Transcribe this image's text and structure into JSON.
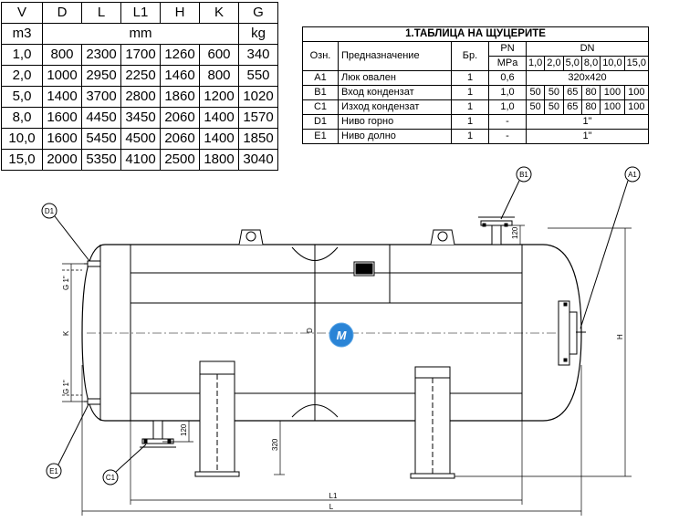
{
  "dimensions_table": {
    "headers": [
      "V",
      "D",
      "L",
      "L1",
      "H",
      "K",
      "G"
    ],
    "units": {
      "volume": "m3",
      "length": "mm",
      "mass": "kg"
    },
    "rows": [
      [
        "1,0",
        "800",
        "2300",
        "1700",
        "1260",
        "600",
        "340"
      ],
      [
        "2,0",
        "1000",
        "2950",
        "2250",
        "1460",
        "800",
        "550"
      ],
      [
        "5,0",
        "1400",
        "3700",
        "2800",
        "1860",
        "1200",
        "1020"
      ],
      [
        "8,0",
        "1600",
        "4450",
        "3450",
        "2060",
        "1400",
        "1570"
      ],
      [
        "10,0",
        "1600",
        "5450",
        "4500",
        "2060",
        "1400",
        "1850"
      ],
      [
        "15,0",
        "2000",
        "5350",
        "4100",
        "2500",
        "1800",
        "3040"
      ]
    ]
  },
  "nozzle_table": {
    "title": "1.ТАБЛИЦА НА ЩУЦЕРИТЕ",
    "col_mark": "Озн.",
    "col_purpose": "Предназначение",
    "col_qty": "Бр.",
    "col_pn": "PN",
    "col_pn_unit": "MPa",
    "col_dn": "DN",
    "dn_volumes": [
      "1,0",
      "2,0",
      "5,0",
      "8,0",
      "10,0",
      "15,0"
    ],
    "rows": [
      {
        "mark": "A1",
        "purpose": "Люк овален",
        "qty": "1",
        "pn": "0,6",
        "dn_merged": "320x420"
      },
      {
        "mark": "B1",
        "purpose": "Вход кондензат",
        "qty": "1",
        "pn": "1,0",
        "dn": [
          "50",
          "50",
          "65",
          "80",
          "100",
          "100"
        ]
      },
      {
        "mark": "C1",
        "purpose": "Изход кондензат",
        "qty": "1",
        "pn": "1,0",
        "dn": [
          "50",
          "50",
          "65",
          "80",
          "100",
          "100"
        ]
      },
      {
        "mark": "D1",
        "purpose": "Ниво горно",
        "qty": "1",
        "pn": "-",
        "dn_merged": "1\""
      },
      {
        "mark": "E1",
        "purpose": "Ниво долно",
        "qty": "1",
        "pn": "-",
        "dn_merged": "1\""
      }
    ]
  },
  "drawing": {
    "callouts": {
      "a1": "A1",
      "b1": "B1",
      "c1": "C1",
      "d1": "D1",
      "e1": "E1"
    },
    "dims": {
      "b1_height": "120",
      "c1_height": "120",
      "thread_top": "G 1\"",
      "thread_bottom": "G 1\"",
      "k": "K",
      "d": "D",
      "h": "H",
      "leg": "320",
      "l1": "L1",
      "l": "L"
    }
  }
}
